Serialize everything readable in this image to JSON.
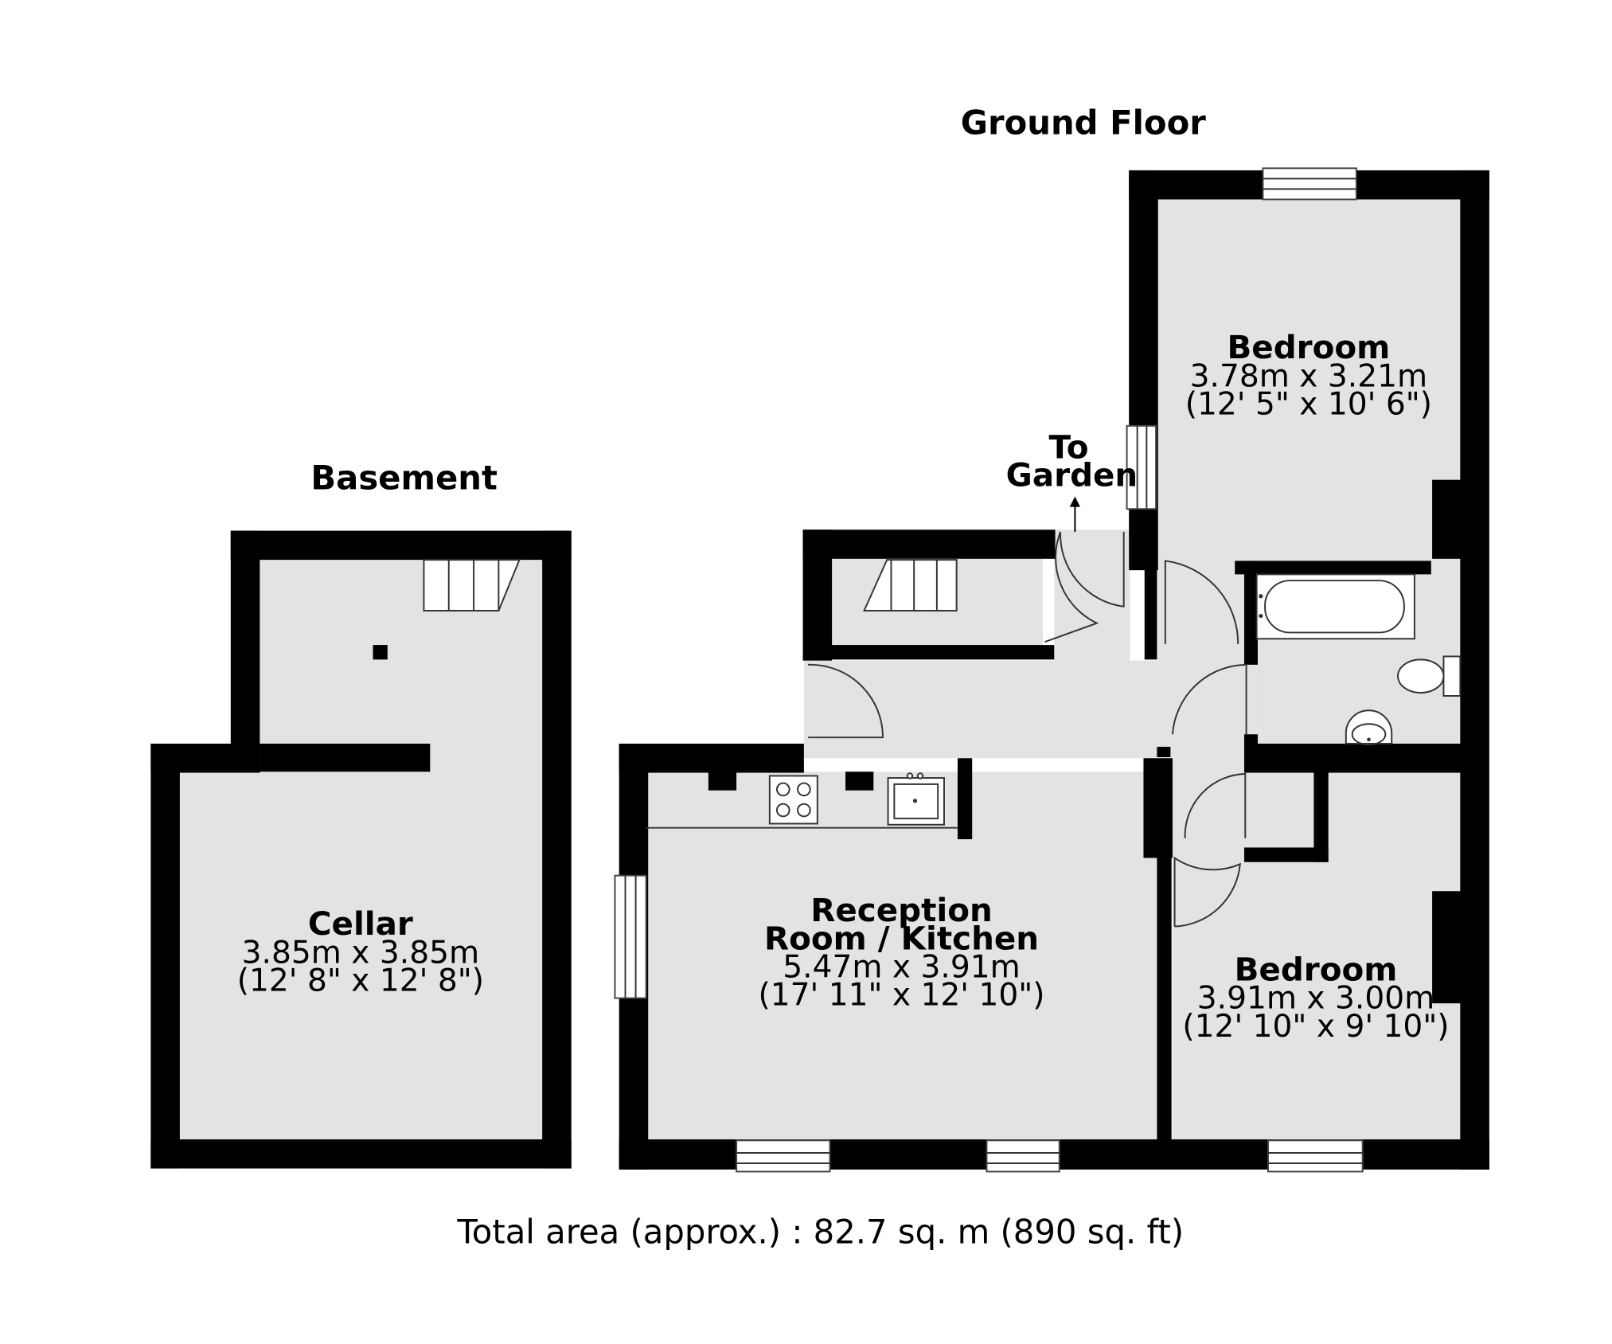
{
  "floors": {
    "basement": {
      "title": "Basement"
    },
    "ground": {
      "title": "Ground Floor"
    }
  },
  "rooms": {
    "cellar": {
      "name": "Cellar",
      "dim_m": "3.85m x 3.85m",
      "dim_ft": "(12' 8\" x 12' 8\")"
    },
    "bedroom_upper": {
      "name": "Bedroom",
      "dim_m": "3.78m x 3.21m",
      "dim_ft": "(12' 5\" x 10' 6\")"
    },
    "reception": {
      "name_line1": "Reception",
      "name_line2": "Room / Kitchen",
      "dim_m": "5.47m x 3.91m",
      "dim_ft": "(17' 11\" x 12' 10\")"
    },
    "bedroom_lower": {
      "name": "Bedroom",
      "dim_m": "3.91m x 3.00m",
      "dim_ft": "(12' 10\" x 9' 10\")"
    }
  },
  "garden_label": {
    "line1": "To",
    "line2": "Garden"
  },
  "total_area": "Total area (approx.) : 82.7 sq. m (890 sq. ft)",
  "colors": {
    "wall": "#000000",
    "floor": "#e3e3e3",
    "background": "#ffffff"
  }
}
